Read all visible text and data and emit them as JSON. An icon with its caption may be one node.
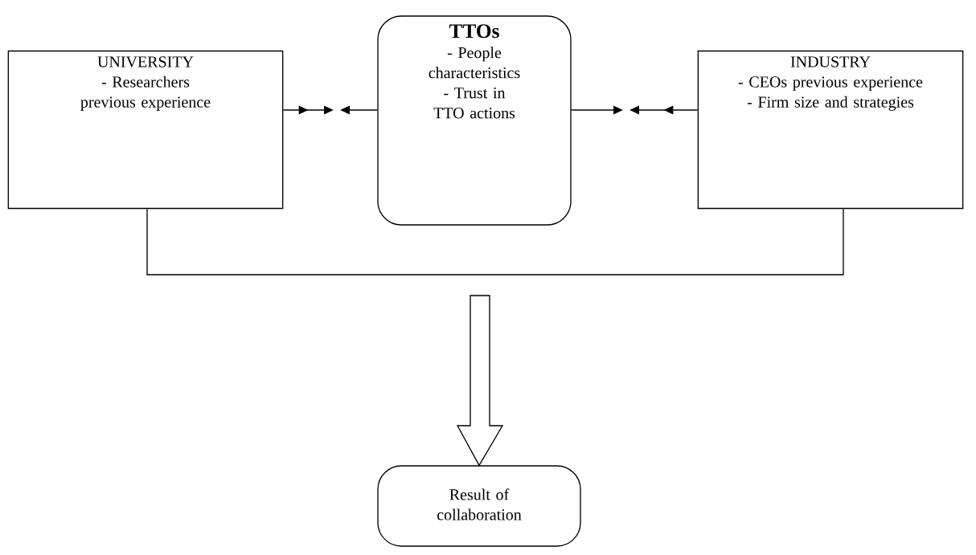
{
  "diagram": {
    "nodes": [
      {
        "text": [
          "UNIVERSITY",
          "- Researchers previous experience"
        ]
      },
      {
        "text": [
          "TTOs",
          "- People characteristics",
          "- Trust in TTO actions"
        ]
      },
      {
        "text": [
          "INDUSTRY",
          "- CEOs previous experience",
          "- Firm size and strategies"
        ]
      },
      {
        "text": [
          "Result of collaboration"
        ]
      }
    ],
    "edges": [
      {
        "from": 0,
        "to": null,
        "arrow": "to"
      },
      {
        "from": 1,
        "to": null,
        "arrow": "to"
      },
      {
        "from": 1,
        "to": null,
        "arrow": "to"
      },
      {
        "from": 2,
        "to": null,
        "arrow": "to"
      },
      {
        "from": null,
        "to": 3,
        "arrow": "to"
      },
      {
        "from": 0,
        "to": 2,
        "arrow": "none"
      }
    ]
  }
}
